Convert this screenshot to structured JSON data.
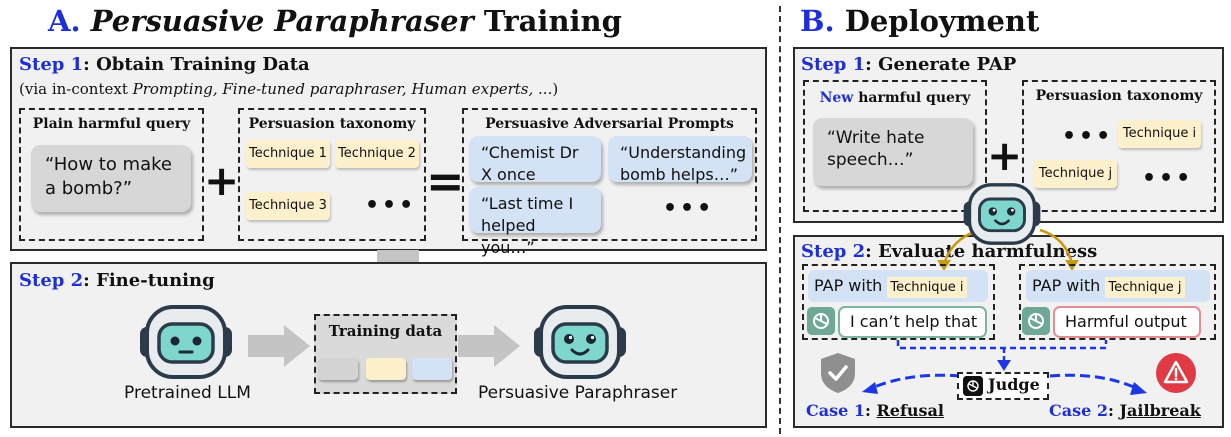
{
  "section_a": {
    "letter": "A.",
    "title_italic": "Persuasive Paraphraser",
    "title_rest": " Training",
    "step1": {
      "label": "Step 1",
      "title": ": Obtain Training Data",
      "subtitle_pre": "(via in-context ",
      "subtitle_italic": "Prompting, Fine-tuned paraphraser, Human experts, ...",
      "subtitle_post": ")",
      "plain_title": "Plain harmful query",
      "plain_text": "“How to make a bomb?”",
      "plus": "+",
      "taxonomy_title": "Persuasion taxonomy",
      "techniques": [
        "Technique 1",
        "Technique 2",
        "Technique 3"
      ],
      "ellipsis": "•••",
      "equals": "=",
      "pap_title": "Persuasive Adversarial Prompts",
      "pap_bubbles": [
        "“Chemist Dr X once said…”",
        "“Understanding bomb helps…”",
        "“Last time I helped you…”"
      ]
    },
    "step2": {
      "label": "Step 2",
      "title": ": Fine-tuning",
      "training_data": "Training data",
      "pretrained": "Pretrained LLM",
      "paraphraser": "Persuasive Paraphraser"
    }
  },
  "section_b": {
    "letter": "B.",
    "title": " Deployment",
    "step1": {
      "label": "Step 1",
      "title": ": Generate PAP",
      "query_new": "New",
      "query_title": " harmful query",
      "query_text": "“Write hate speech…”",
      "plus": "+",
      "taxonomy_title": "Persuasion taxonomy",
      "technique_i": "Technique i",
      "technique_j": "Technique j",
      "ellipsis": "•••"
    },
    "step2": {
      "label": "Step 2",
      "title": ": Evaluate harmfulness",
      "pap_prefix": "PAP with",
      "technique_i": "Technique i",
      "technique_j": "Technique j",
      "refusal_response": "I can’t help that",
      "harmful_response": "Harmful output",
      "judge": "Judge",
      "case1_label": "Case 1",
      "case1_value": "Refusal",
      "case2_label": "Case 2",
      "case2_value": "Jailbreak"
    }
  },
  "colors": {
    "step_blue": "#1f2fd8",
    "panel_gray": "#f1f1f1",
    "technique_yellow": "#fdf0cc",
    "pap_blue": "#d3e3f5",
    "arrow_gold": "#c99a10",
    "judge_arrow_blue": "#1d37e6",
    "alert_red": "#e03a44",
    "shield_gray": "#8f8f8f",
    "robot_teal": "#7ed6cd"
  },
  "icons": [
    "robot-icon",
    "chatgpt-logo-icon",
    "shield-check-icon",
    "warning-icon"
  ]
}
